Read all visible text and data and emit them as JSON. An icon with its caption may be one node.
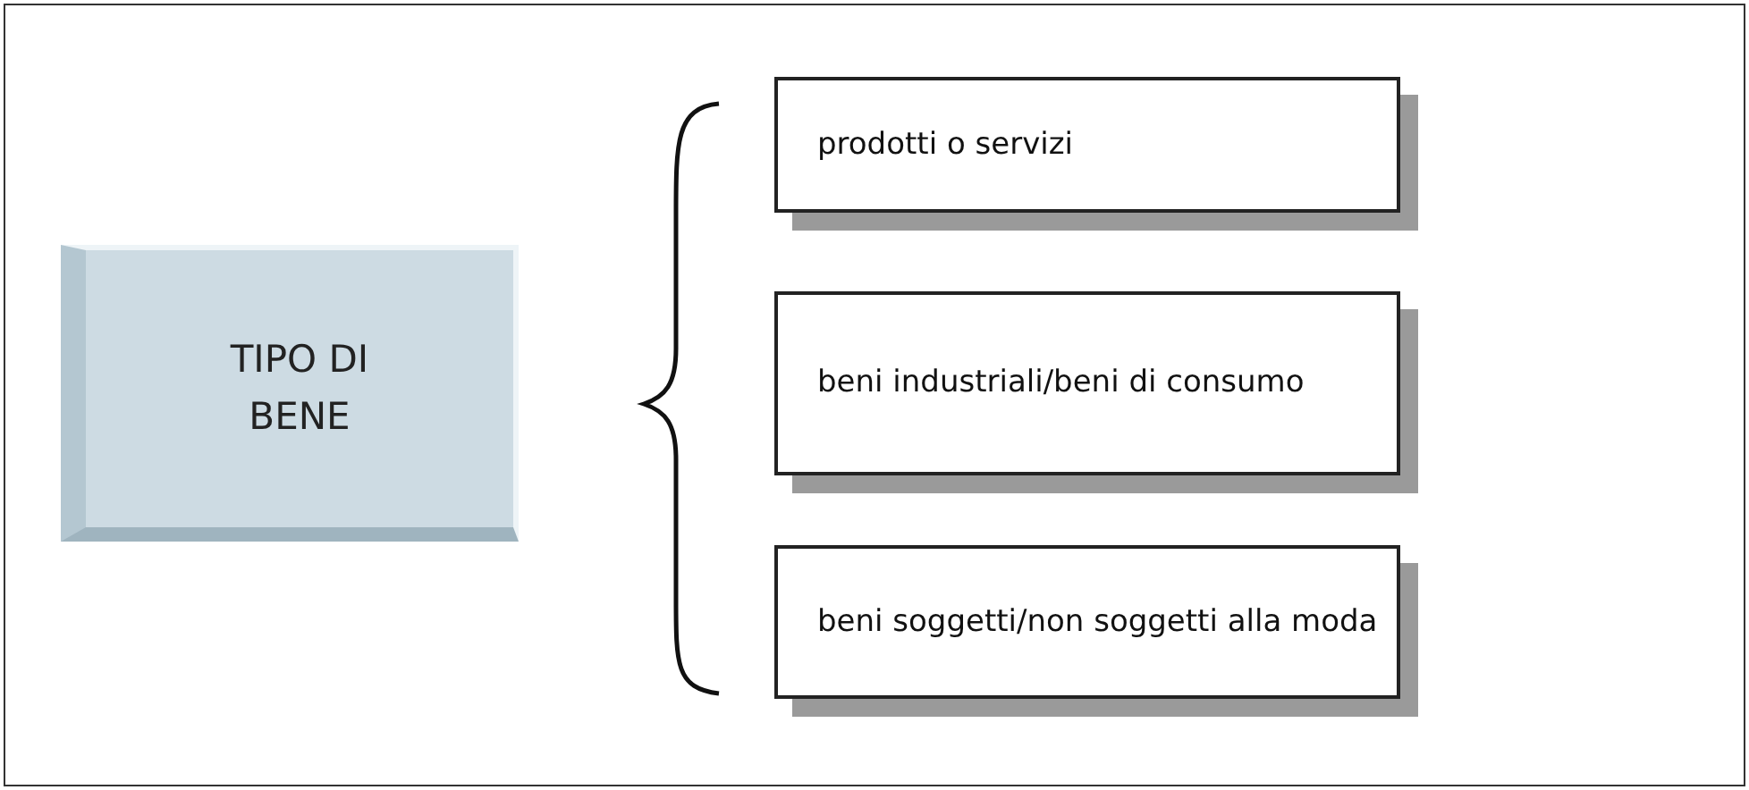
{
  "diagram": {
    "nodes": [
      {
        "text": [
          "TIPO DI BENE"
        ]
      },
      {
        "text": [
          "prodotti o servizi"
        ]
      },
      {
        "text": [
          "beni industriali/beni di consumo"
        ]
      },
      {
        "text": [
          "beni soggetti/non soggetti alla moda"
        ]
      }
    ]
  }
}
